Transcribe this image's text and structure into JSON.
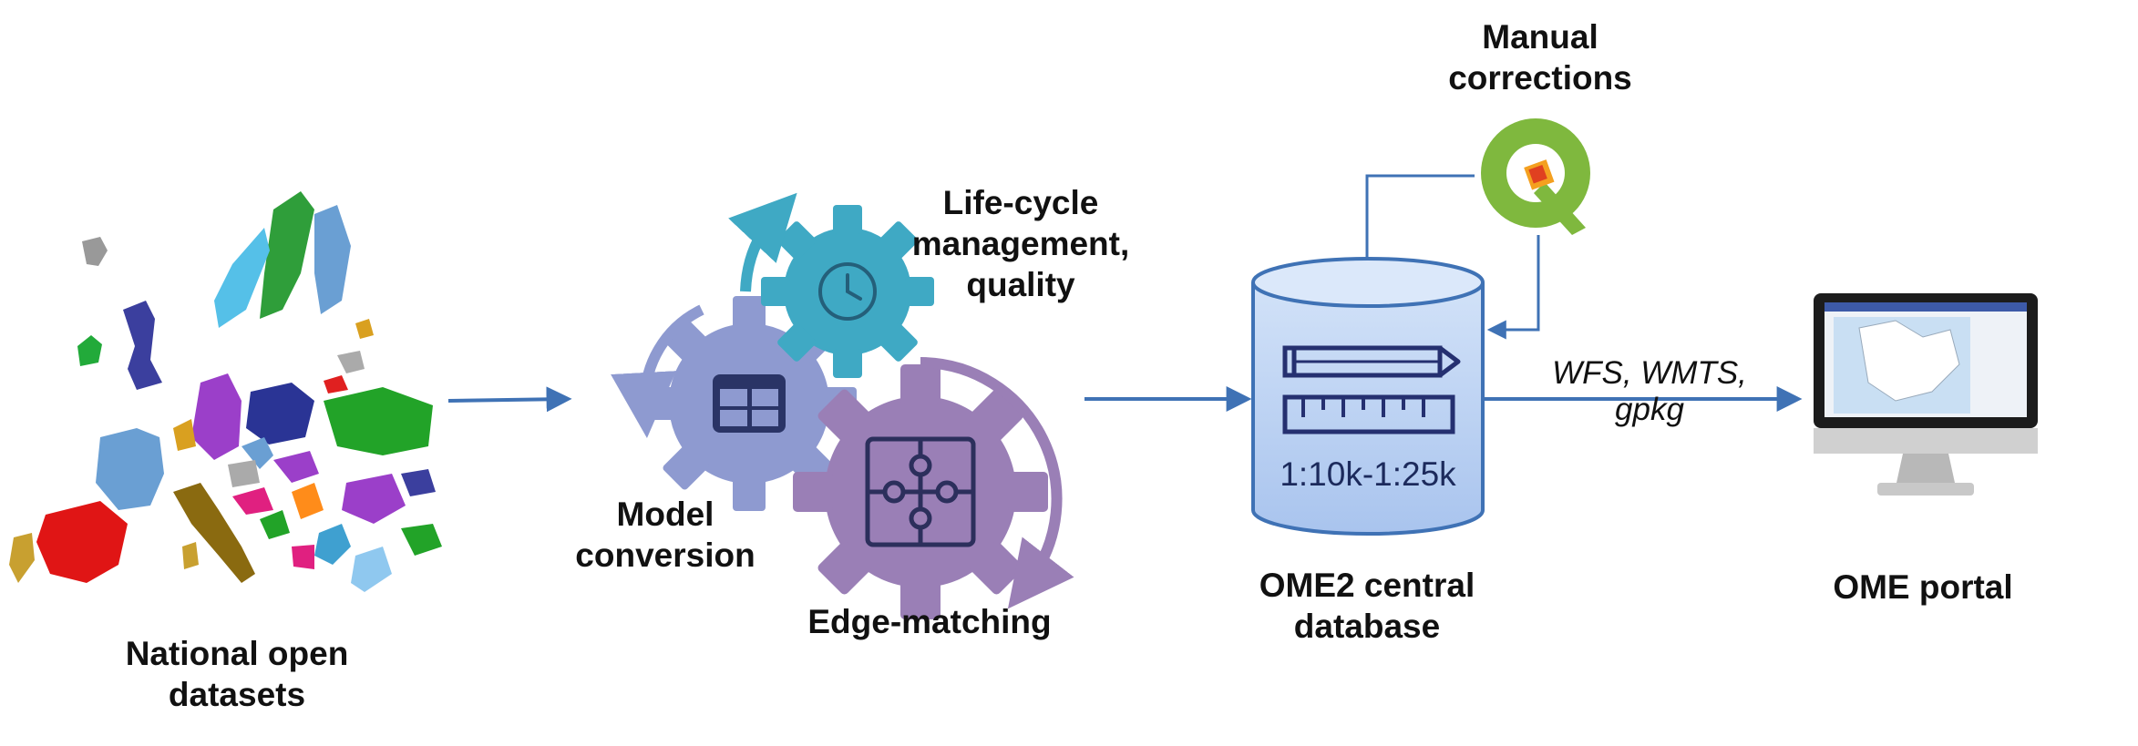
{
  "labels": {
    "national_datasets": [
      "National open",
      "datasets"
    ],
    "model_conversion": [
      "Model",
      "conversion"
    ],
    "life_cycle": [
      "Life-cycle",
      "management,",
      "quality"
    ],
    "edge_matching": "Edge-matching",
    "manual_corrections": [
      "Manual",
      "corrections"
    ],
    "database_scale": "1:10k-1:25k",
    "central_db": [
      "OME2 central",
      "database"
    ],
    "formats": [
      "WFS, WMTS,",
      "gpkg"
    ],
    "portal": "OME portal"
  },
  "icons": [
    "europe-map-icon",
    "gear-table-icon",
    "gear-clock-icon",
    "gear-puzzle-icon",
    "qgis-logo-icon",
    "database-cylinder-icon",
    "pencil-icon",
    "ruler-icon",
    "monitor-icon"
  ],
  "colors": {
    "arrow": "#3f72b5",
    "gear_table": "#8e9ad0",
    "gear_clock": "#3fa9c4",
    "gear_puzzle": "#9a7fb6",
    "cylinder_top": "#d6e4f8",
    "cylinder_body": "#b9d0f2",
    "qgis_green": "#7fb83e",
    "text": "#111111"
  }
}
